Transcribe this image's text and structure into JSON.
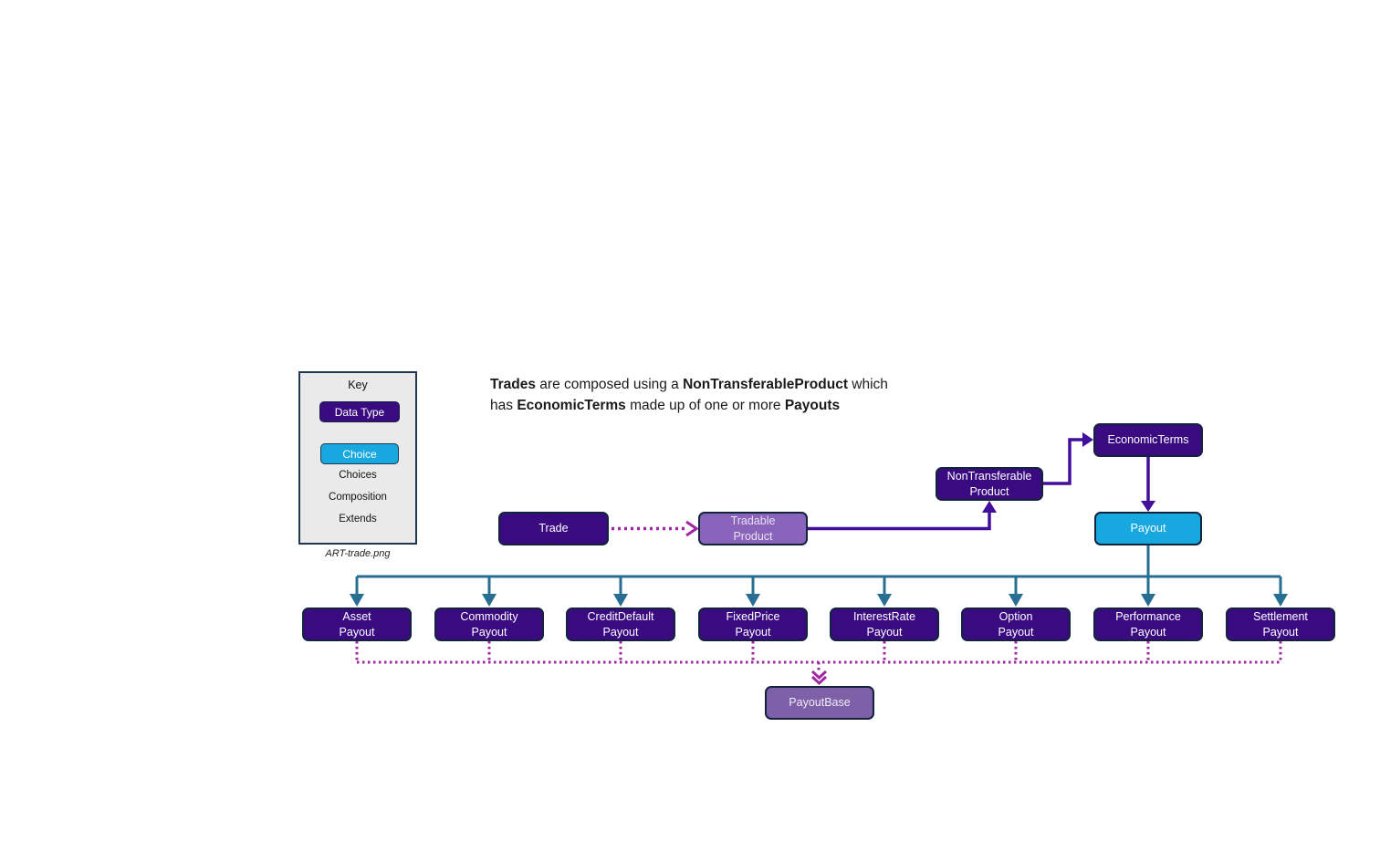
{
  "colors": {
    "box_dark": "#3A0B80",
    "box_border": "#14233C",
    "choice_cyan": "#17A8DF",
    "product_purple": "#8A64BB",
    "payoutbase_purple": "#7D60A8",
    "lavender_text": "#E8E1F3",
    "teal": "#276F92",
    "composition_purple": "#41109B",
    "extends_magenta": "#A227A2",
    "key_bg": "#EAEAEA",
    "key_border": "#20384F",
    "headline_text": "#1A1A1A"
  },
  "key": {
    "title": "Key",
    "data_type_label": "Data Type",
    "choice_label": "Choice",
    "choices_arrow_label": "Choices",
    "composition_arrow_label": "Composition",
    "extends_arrow_label": "Extends",
    "caption": "ART-trade.png"
  },
  "headline": {
    "line1": [
      {
        "text": "Trades",
        "bold": true
      },
      {
        "text": " are composed using a ",
        "bold": false
      },
      {
        "text": "NonTransferableProduct",
        "bold": true
      },
      {
        "text": " which",
        "bold": false
      }
    ],
    "line2": [
      {
        "text": "has ",
        "bold": false
      },
      {
        "text": "EconomicTerms",
        "bold": true
      },
      {
        "text": " made up of one or more ",
        "bold": false
      },
      {
        "text": "Payouts",
        "bold": true
      }
    ]
  },
  "diagram": {
    "nodes": {
      "trade": {
        "label": "Trade"
      },
      "tradable_product": {
        "label": "Tradable\nProduct"
      },
      "non_transferable_product": {
        "label": "NonTransferable\nProduct"
      },
      "economic_terms": {
        "label": "EconomicTerms"
      },
      "payout": {
        "label": "Payout"
      },
      "payout_base": {
        "label": "PayoutBase"
      }
    },
    "payout_types": [
      {
        "label": "Asset\nPayout"
      },
      {
        "label": "Commodity\nPayout"
      },
      {
        "label": "CreditDefault\nPayout"
      },
      {
        "label": "FixedPrice\nPayout"
      },
      {
        "label": "InterestRate\nPayout"
      },
      {
        "label": "Option\nPayout"
      },
      {
        "label": "Performance\nPayout"
      },
      {
        "label": "Settlement\nPayout"
      }
    ]
  }
}
